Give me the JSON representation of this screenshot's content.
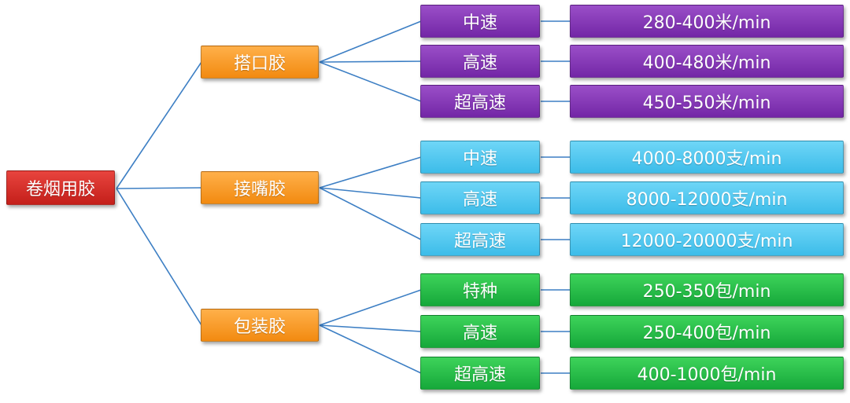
{
  "root": {
    "label": "卷烟用胶"
  },
  "groups": [
    {
      "label": "搭口胶",
      "color": "#7c2fb0",
      "items": [
        {
          "label": "中速",
          "value": "280-400米/min"
        },
        {
          "label": "高速",
          "value": "400-480米/min"
        },
        {
          "label": "超高速",
          "value": "450-550米/min"
        }
      ]
    },
    {
      "label": "接嘴胶",
      "color": "#48c4ee",
      "items": [
        {
          "label": "中速",
          "value": "4000-8000支/min"
        },
        {
          "label": "高速",
          "value": "8000-12000支/min"
        },
        {
          "label": "超高速",
          "value": "12000-20000支/min"
        }
      ]
    },
    {
      "label": "包装胶",
      "color": "#1cb23f",
      "items": [
        {
          "label": "特种",
          "value": "250-350包/min"
        },
        {
          "label": "高速",
          "value": "250-400包/min"
        },
        {
          "label": "超高速",
          "value": "400-1000包/min"
        }
      ]
    }
  ]
}
